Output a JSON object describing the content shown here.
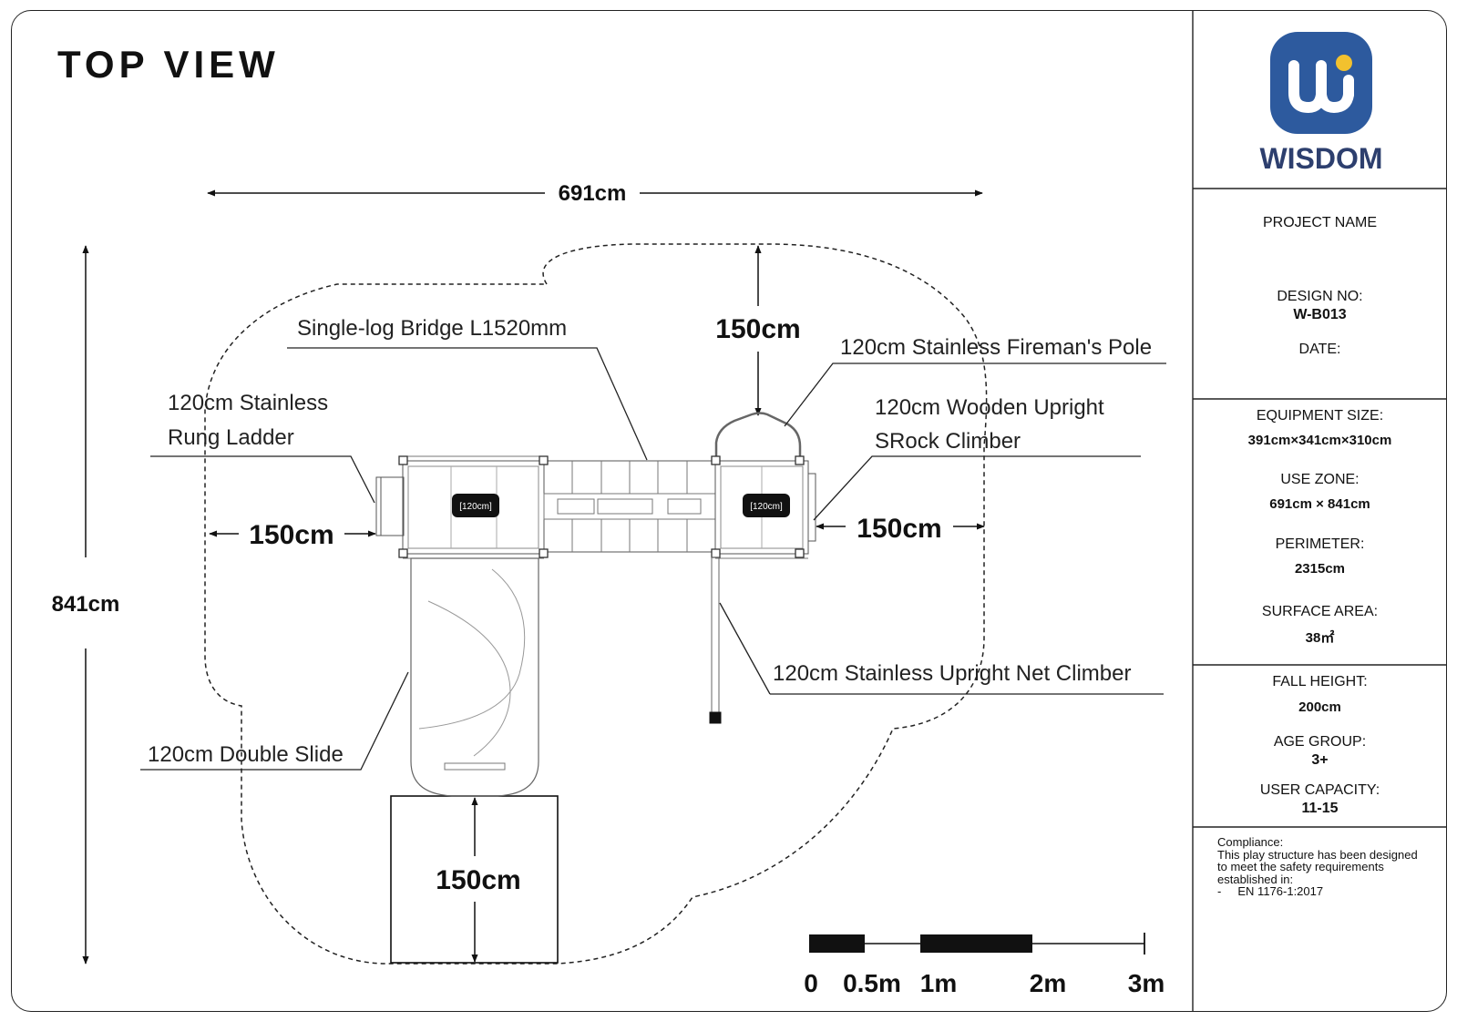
{
  "title": "TOP VIEW",
  "dimensions": {
    "width": "691cm",
    "height": "841cm",
    "clear_top": "150cm",
    "clear_left": "150cm",
    "clear_right": "150cm",
    "clear_bottom": "150cm"
  },
  "platform_tags": [
    "[120cm]",
    "[120cm]"
  ],
  "components": {
    "bridge": "Single-log Bridge L1520mm",
    "pole": "120cm Stainless Fireman's Pole",
    "ladder_line1": "120cm Stainless",
    "ladder_line2": "Rung Ladder",
    "rock_line1": "120cm Wooden Upright",
    "rock_line2": "SRock Climber",
    "net": "120cm Stainless Upright Net Climber",
    "slide": "120cm Double Slide"
  },
  "scale_bar": [
    "0",
    "0.5m",
    "1m",
    "2m",
    "3m"
  ],
  "brand": {
    "name": "WISDOM",
    "logo_color": "#2d5a9e",
    "accent_color": "#f2c12e"
  },
  "info": {
    "project_name_label": "PROJECT NAME",
    "design_no_label": "DESIGN NO:",
    "design_no": "W-B013",
    "date_label": "DATE:",
    "equipment_size_label": "EQUIPMENT SIZE:",
    "equipment_size": "391cm×341cm×310cm",
    "use_zone_label": "USE ZONE:",
    "use_zone": "691cm × 841cm",
    "perimeter_label": "PERIMETER:",
    "perimeter": "2315cm",
    "surface_area_label": "SURFACE AREA:",
    "surface_area": "38㎡",
    "fall_height_label": "FALL HEIGHT:",
    "fall_height": "200cm",
    "age_group_label": "AGE GROUP:",
    "age_group": "3+",
    "user_capacity_label": "USER CAPACITY:",
    "user_capacity": "11-15"
  },
  "compliance": {
    "heading": "Compliance:",
    "line1": "This play structure has been designed",
    "line2": "to meet the safety requirements",
    "line3": "established in:",
    "line4": "-     EN 1176-1:2017"
  }
}
